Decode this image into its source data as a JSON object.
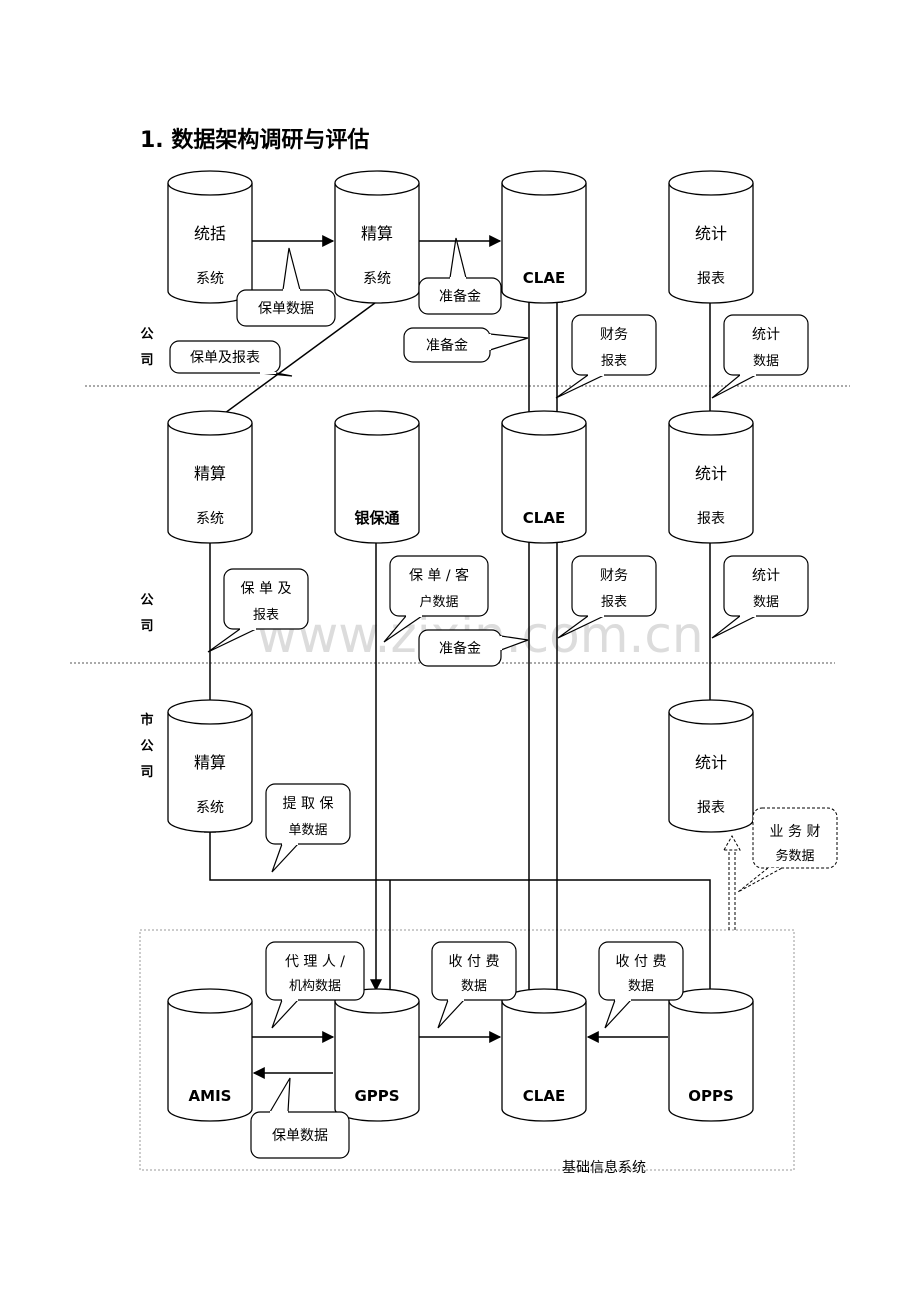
{
  "title": "1. 数据架构调研与评估",
  "watermark": "www.zixin.com.cn",
  "levels": {
    "hq": [
      "公",
      "司"
    ],
    "province": [
      "公",
      "司"
    ],
    "city": [
      "市",
      "公",
      "司"
    ]
  },
  "cylinders": {
    "hq_tongkuo": {
      "top": "统括",
      "bottom": "系统"
    },
    "hq_jingsuan": {
      "top": "精算",
      "bottom": "系统"
    },
    "hq_clae": {
      "top": "",
      "bottom": "CLAE"
    },
    "hq_tongji": {
      "top": "统计",
      "bottom": "报表"
    },
    "prov_jingsuan": {
      "top": "精算",
      "bottom": "系统"
    },
    "prov_yinbaotong": {
      "top": "",
      "bottom": "银保通"
    },
    "prov_clae": {
      "top": "",
      "bottom": "CLAE"
    },
    "prov_tongji": {
      "top": "统计",
      "bottom": "报表"
    },
    "city_jingsuan": {
      "top": "精算",
      "bottom": "系统"
    },
    "city_tongji": {
      "top": "统计",
      "bottom": "报表"
    },
    "base_amis": {
      "top": "",
      "bottom": "AMIS"
    },
    "base_gpps": {
      "top": "",
      "bottom": "GPPS"
    },
    "base_clae": {
      "top": "",
      "bottom": "CLAE"
    },
    "base_opps": {
      "top": "",
      "bottom": "OPPS"
    }
  },
  "callouts": {
    "hq_policy_data": [
      "保单数据"
    ],
    "hq_reserve_1": [
      "准备金"
    ],
    "hq_reserve_2": [
      "准备金"
    ],
    "hq_policy_report": [
      "保单及报表"
    ],
    "hq_finance_report": [
      "财务",
      "报表"
    ],
    "hq_stat_data": [
      "统计",
      "数据"
    ],
    "prov_policy_report": [
      "保 单 及",
      "报表"
    ],
    "prov_policy_customer": [
      "保 单 / 客",
      "户数据"
    ],
    "prov_finance_report": [
      "财务",
      "报表"
    ],
    "prov_reserve": [
      "准备金"
    ],
    "prov_stat_data": [
      "统计",
      "数据"
    ],
    "city_extract_policy": [
      "提 取 保",
      "单数据"
    ],
    "city_biz_finance": [
      "业 务 财",
      "务数据"
    ],
    "base_agent_org": [
      "代 理 人 /",
      "机构数据"
    ],
    "base_fee_1": [
      "收 付 费",
      "数据"
    ],
    "base_fee_2": [
      "收 付 费",
      "数据"
    ],
    "base_policy_data": [
      "保单数据"
    ]
  },
  "base_group_label": "基础信息系统"
}
